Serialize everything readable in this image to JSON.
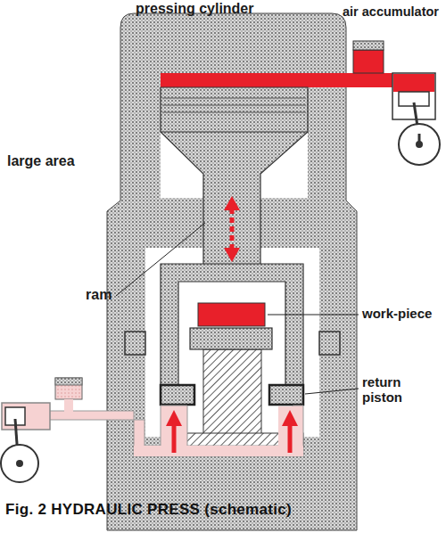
{
  "diagram": {
    "caption": "Fig. 2 HYDRAULIC PRESS (schematic)",
    "labels": [
      "pressing cylinder",
      "air accumulator",
      "large area",
      "ram",
      "work-piece",
      "return piston"
    ]
  }
}
